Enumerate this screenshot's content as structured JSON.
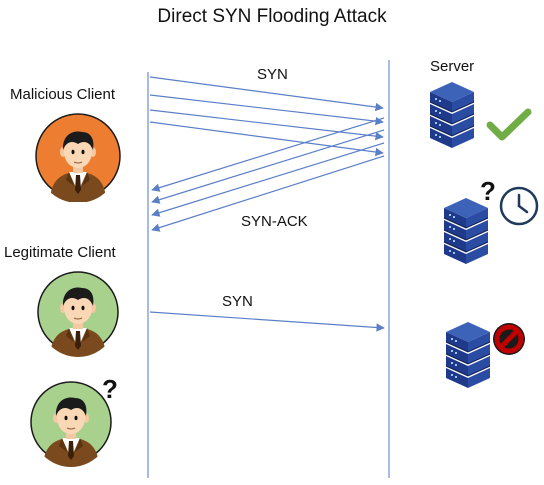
{
  "title": "Direct SYN Flooding Attack",
  "labels": {
    "malicious_client": "Malicious Client",
    "legitimate_client": "Legitimate Client",
    "server": "Server",
    "syn_top": "SYN",
    "syn_ack": "SYN-ACK",
    "syn_bottom": "SYN"
  },
  "icons": {
    "malicious": "person-icon",
    "legitimate": "person-icon",
    "waiting_client": "person-question-icon",
    "server_ok": "server-checkmark-icon",
    "server_wait": "server-clock-icon",
    "server_blocked": "server-blocked-icon"
  },
  "colors": {
    "malicious_bg": "#ED7D31",
    "legitimate_bg": "#A9D18E",
    "arrow": "#5B7FC7",
    "server": "#1F3A8A",
    "check": "#70AD47",
    "block": "#C00000"
  }
}
